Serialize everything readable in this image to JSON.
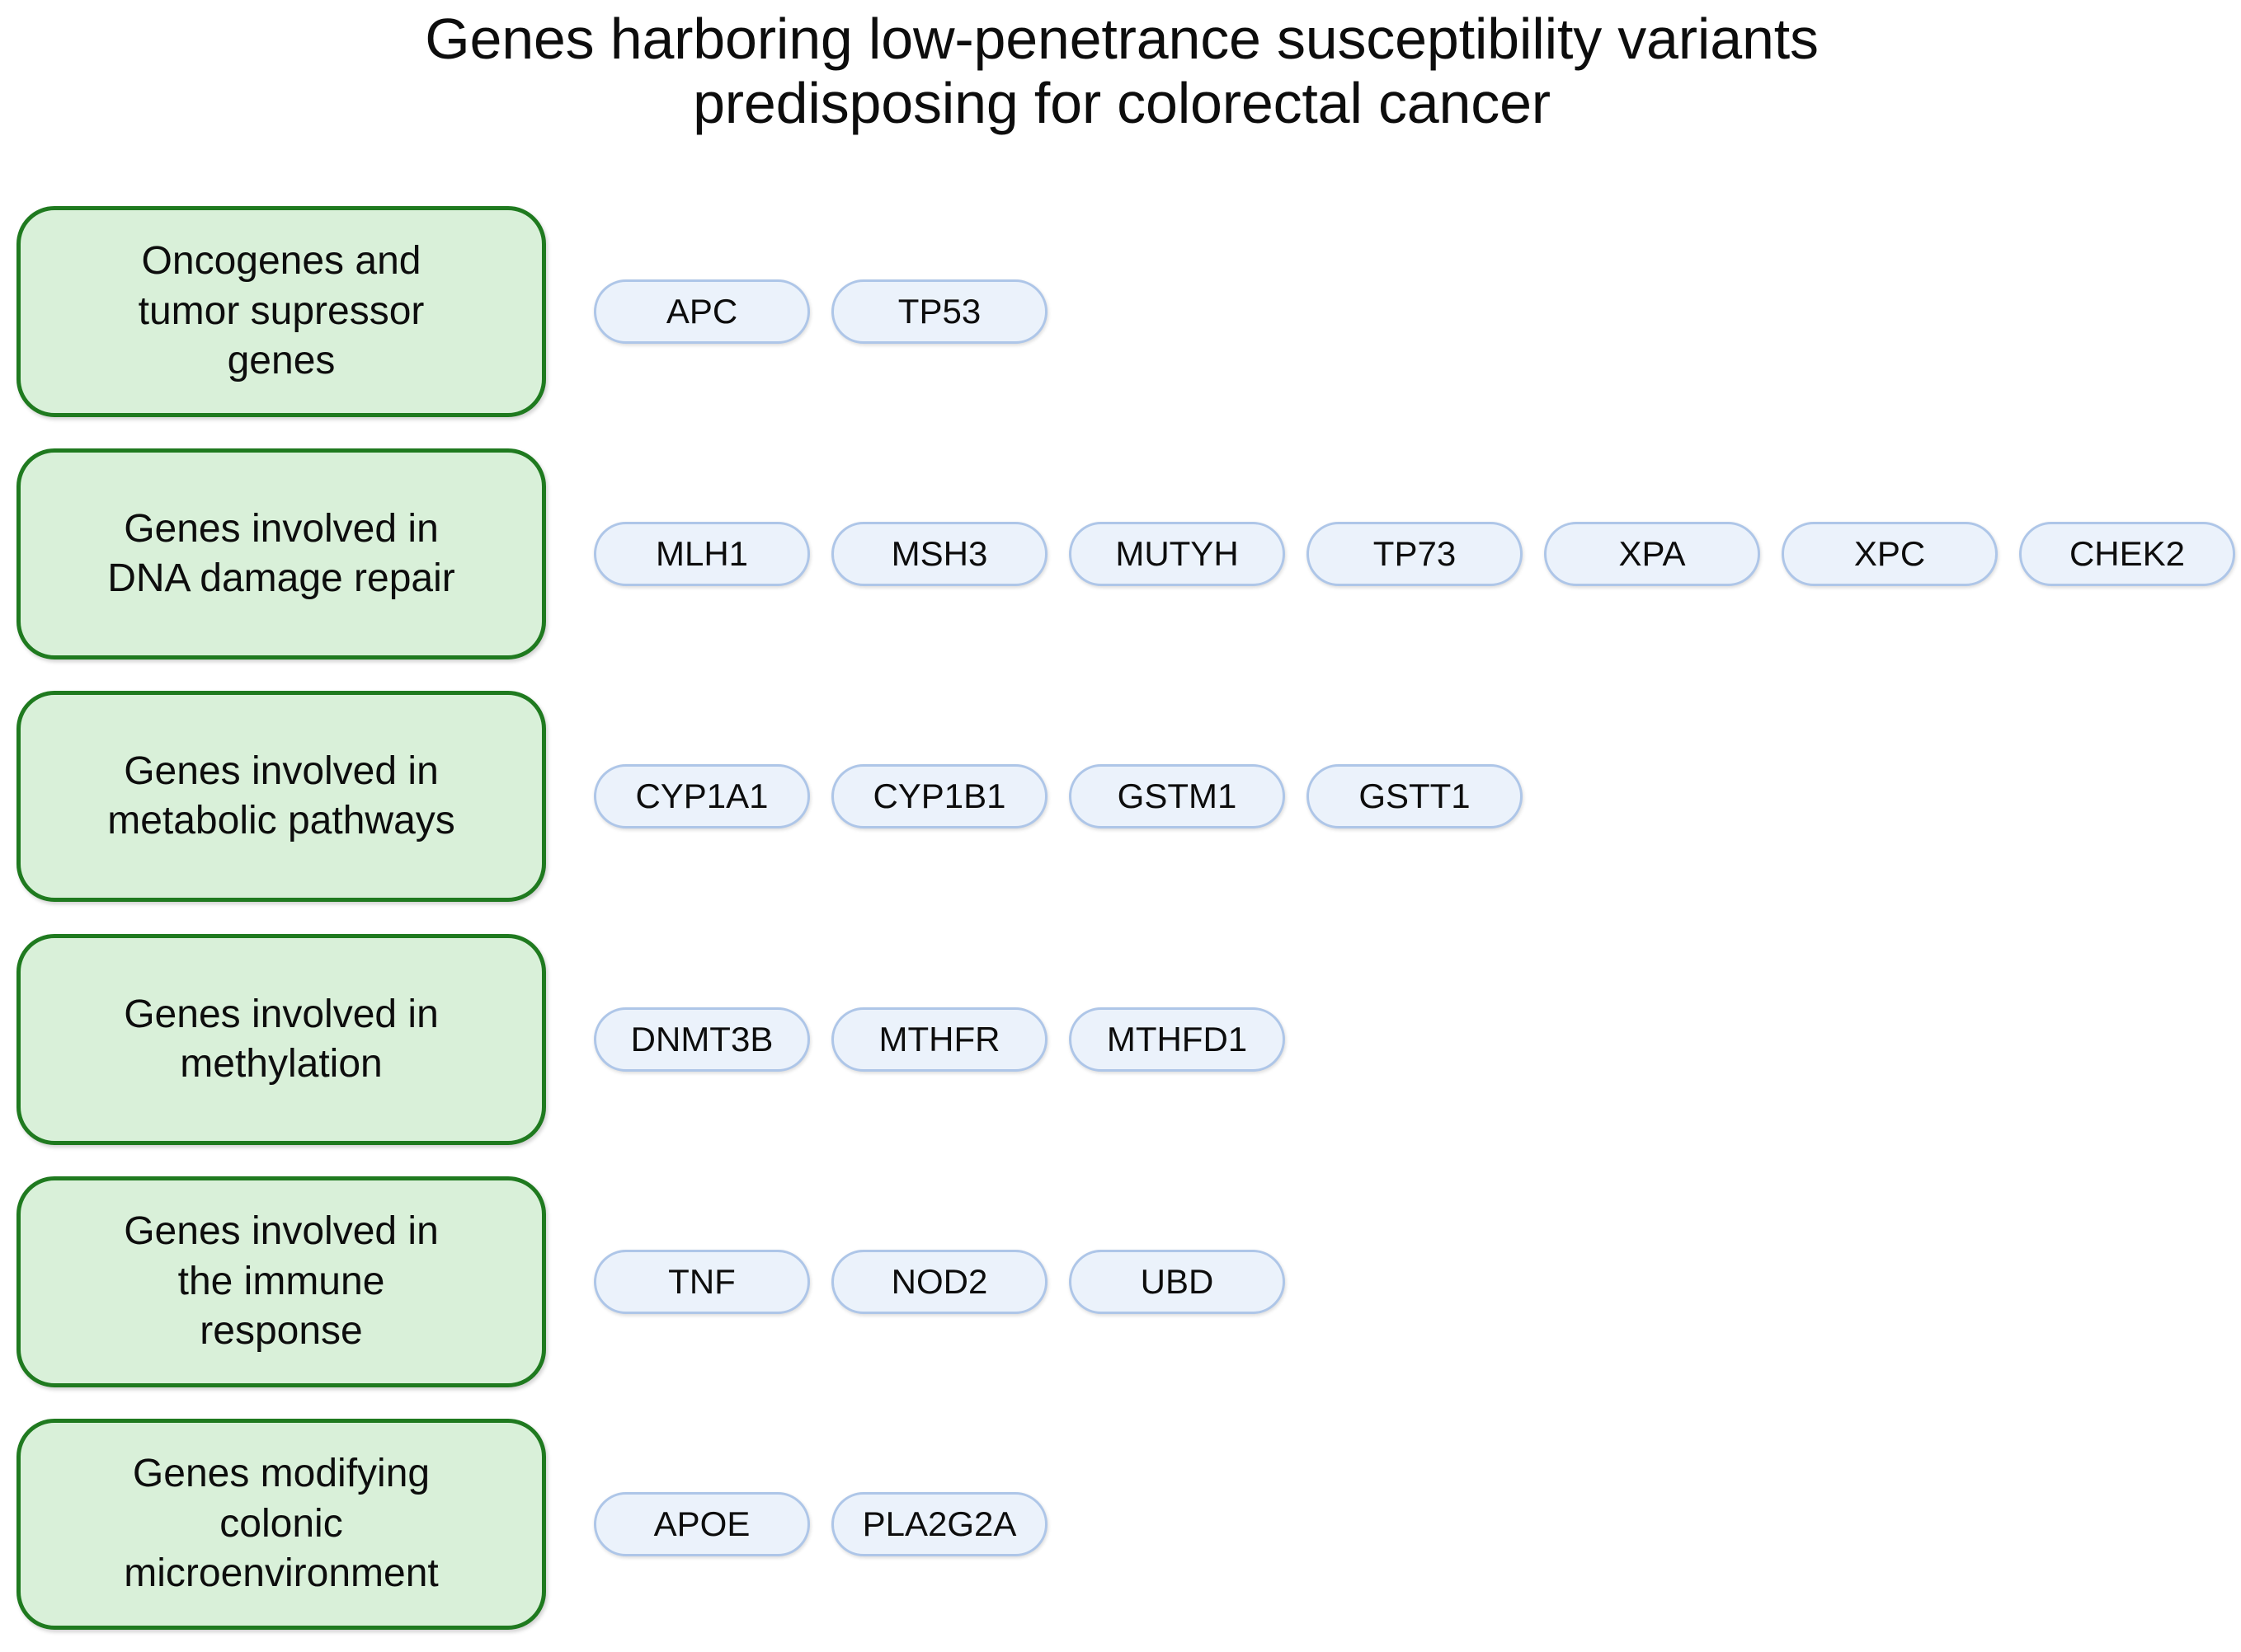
{
  "figure": {
    "title": "Genes harboring low-penetrance susceptibility variants\npredisposing for colorectal cancer",
    "colors": {
      "category_border": "#1F7A1F",
      "category_fill": "#D9F0D9",
      "gene_border": "#AEC6E8",
      "gene_fill": "#EBF2FB",
      "text": "#0D0D0D",
      "background": "#FFFFFF"
    }
  },
  "categories": [
    {
      "label": "Oncogenes and\ntumor supressor\ngenes",
      "genes": [
        "APC",
        "TP53"
      ]
    },
    {
      "label": "Genes involved in\nDNA damage repair",
      "genes": [
        "MLH1",
        "MSH3",
        "MUTYH",
        "TP73",
        "XPA",
        "XPC",
        "CHEK2"
      ]
    },
    {
      "label": "Genes involved in\nmetabolic pathways",
      "genes": [
        "CYP1A1",
        "CYP1B1",
        "GSTM1",
        "GSTT1"
      ]
    },
    {
      "label": "Genes involved in\nmethylation",
      "genes": [
        "DNMT3B",
        "MTHFR",
        "MTHFD1"
      ]
    },
    {
      "label": "Genes involved in\nthe immune\nresponse",
      "genes": [
        "TNF",
        "NOD2",
        "UBD"
      ]
    },
    {
      "label": "Genes modifying\ncolonic\nmicroenvironment",
      "genes": [
        "APOE",
        "PLA2G2A"
      ]
    }
  ]
}
